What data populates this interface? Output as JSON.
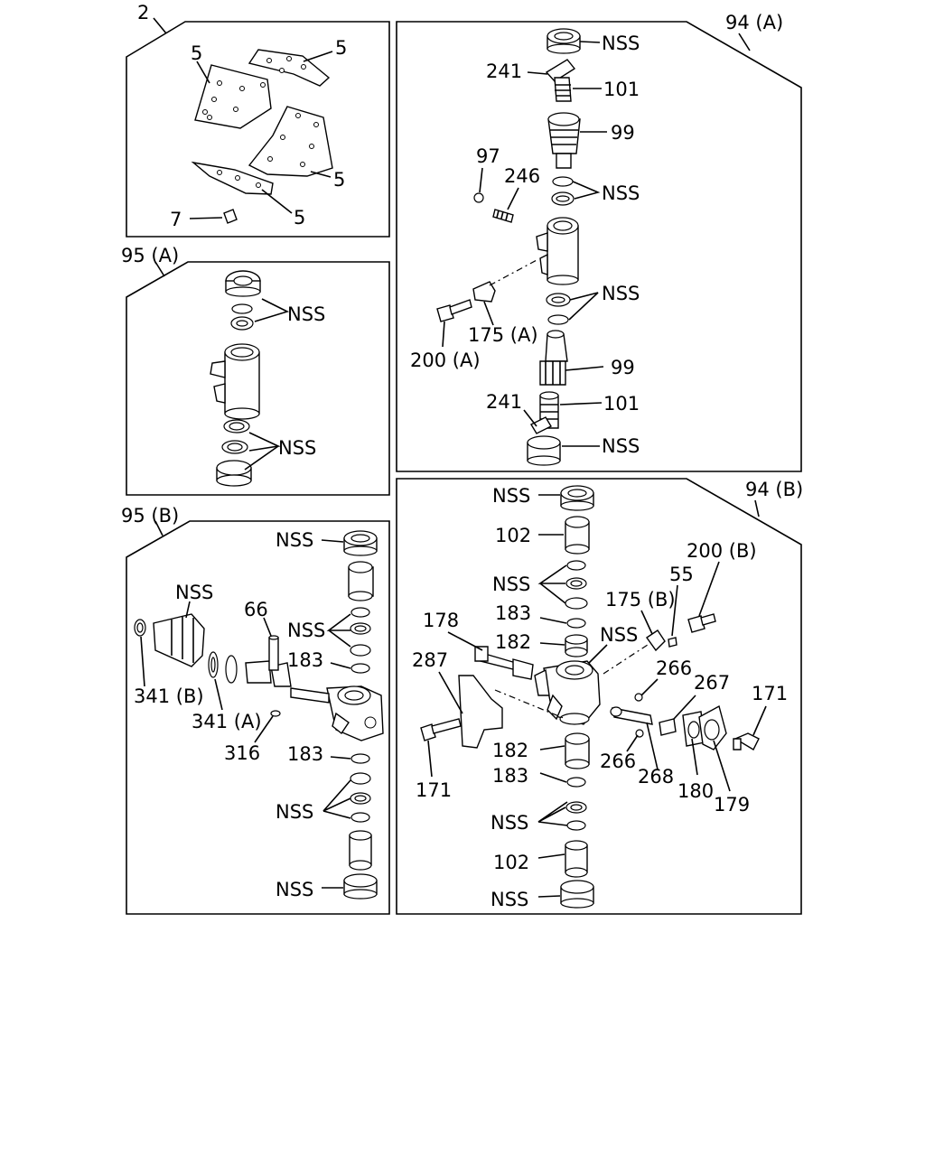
{
  "groups": {
    "brake_shoe": {
      "id": "2",
      "labels": {
        "shoe_top_left": "5",
        "shoe_top_right": "5",
        "shoe_bottom_right": "5",
        "shoe_bottom": "5",
        "pin": "7"
      }
    },
    "kit_95a": {
      "id": "95 (A)",
      "labels": {
        "upper_seals": "NSS",
        "lower_seals": "NSS"
      }
    },
    "kit_95b": {
      "id": "95 (B)",
      "labels": {
        "top_cap": "NSS",
        "boot": "NSS",
        "pin": "66",
        "upper_seals": "NSS",
        "oring_upper": "183",
        "snap_ring_b": "341 (B)",
        "snap_ring_a": "341 (A)",
        "clip": "316",
        "oring_lower": "183",
        "lower_seals": "NSS",
        "bottom_cap": "NSS"
      }
    },
    "kit_94a": {
      "id": "94 (A)",
      "labels": {
        "top_cap": "NSS",
        "clip_top": "241",
        "adjuster_top": "101",
        "shaft_top": "99",
        "ball": "97",
        "spring": "246",
        "seals_upper": "NSS",
        "seals_lower": "NSS",
        "bracket": "175 (A)",
        "bolt": "200 (A)",
        "shaft_bottom": "99",
        "clip_bottom": "241",
        "adjuster_bottom": "101",
        "bottom_cap": "NSS"
      }
    },
    "kit_94b": {
      "id": "94 (B)",
      "labels": {
        "top_cap": "NSS",
        "bush_top": "102",
        "seals_upper": "NSS",
        "oring_top": "183",
        "bush_mid_top": "182",
        "rod": "178",
        "housing": "NSS",
        "shield": "287",
        "plate": "175 (B)",
        "nut": "55",
        "bolt_b": "200 (B)",
        "ball_top": "266",
        "cap": "267",
        "bolt_right": "171",
        "bush_mid_bottom": "182",
        "oring_bottom": "183",
        "ball_bottom": "266",
        "lever": "268",
        "gasket": "180",
        "cover": "179",
        "bolt_left": "171",
        "seals_lower": "NSS",
        "bush_bottom": "102",
        "bottom_cap": "NSS"
      }
    }
  }
}
